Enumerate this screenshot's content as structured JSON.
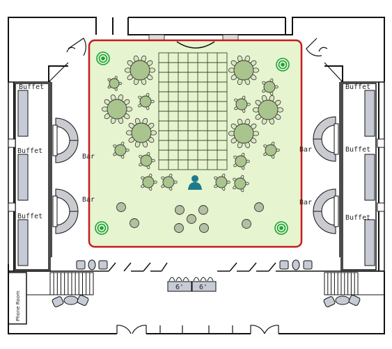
{
  "labels": {
    "buffet_left_1": "Buffet",
    "buffet_left_2": "Buffet",
    "buffet_left_3": "Buffet",
    "buffet_right_1": "Buffet",
    "buffet_right_2": "Buffet",
    "buffet_right_3": "Buffet",
    "bar_left_1": "Bar",
    "bar_left_2": "Bar",
    "bar_right_1": "Bar",
    "bar_right_2": "Bar",
    "table_6ft_1": "6'",
    "table_6ft_2": "6'",
    "phone_room": "Phone Room"
  },
  "colors": {
    "event_area_fill": "#e6f4cf",
    "event_area_border": "#c8191f",
    "table_fill": "#a9c48c",
    "chair_fill": "#d9e6c4",
    "speaker_green": "#1aa33a",
    "person_teal": "#1f7a8c",
    "buffet_fill": "#c7cbd6",
    "bar_fill": "#c9cbd0",
    "dance_floor_grid": "#3c4a2e"
  },
  "icons": [
    "speaker-icon",
    "person-icon",
    "round-table-icon",
    "cocktail-table-icon",
    "chair-icon",
    "sofa-icon"
  ]
}
